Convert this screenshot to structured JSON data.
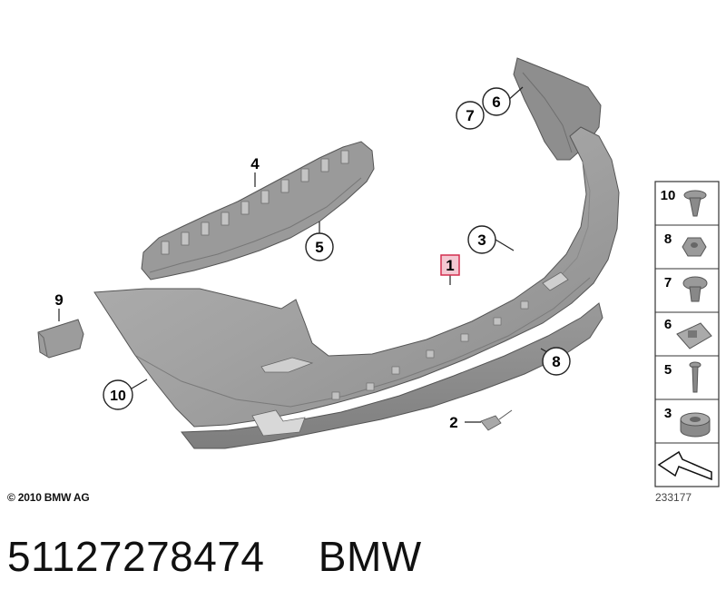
{
  "callouts": {
    "c1": "1",
    "c2": "2",
    "c3": "3",
    "c4": "4",
    "c5": "5",
    "c6": "6",
    "c7": "7",
    "c8": "8",
    "c9": "9",
    "c10": "10"
  },
  "legend": {
    "items": [
      {
        "num": "10",
        "icon": "expanding-rivet-icon"
      },
      {
        "num": "8",
        "icon": "hex-nut-icon"
      },
      {
        "num": "7",
        "icon": "collar-screw-icon"
      },
      {
        "num": "6",
        "icon": "spring-nut-icon"
      },
      {
        "num": "5",
        "icon": "screw-icon"
      },
      {
        "num": "3",
        "icon": "spacer-ring-icon"
      }
    ],
    "last_icon": "direction-arrow-icon"
  },
  "copyright": "© 2010 BMW AG",
  "ref_number": "233177",
  "footer": {
    "part_number": "51127278474",
    "brand": "BMW"
  },
  "colors": {
    "part_fill": "#9c9c9c",
    "part_dark": "#7d7d7d",
    "highlight": "#d32f4f",
    "highlight_fill": "#f4c8d2"
  }
}
